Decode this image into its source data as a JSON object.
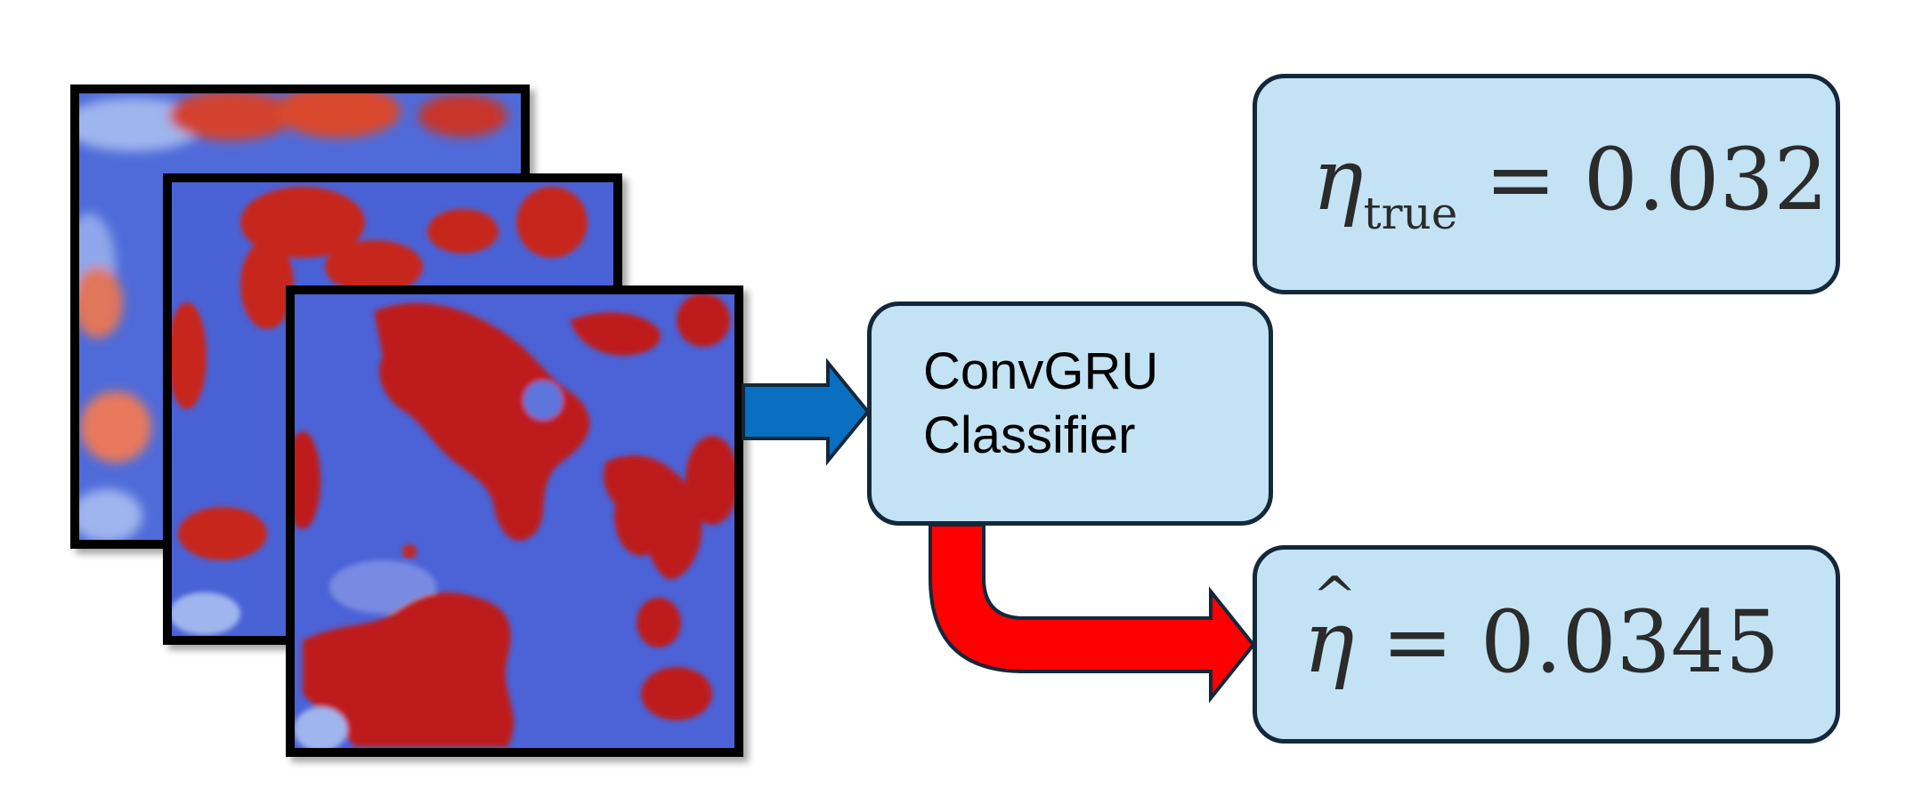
{
  "classifier": {
    "line1": "ConvGRU",
    "line2": "Classifier"
  },
  "eta_true": {
    "symbol": "η",
    "subscript": "true",
    "equals": "=",
    "value": "0.032"
  },
  "eta_hat": {
    "symbol": "η",
    "hat": "^",
    "equals": "=",
    "value": "0.0345"
  },
  "colors": {
    "field_blue": "#4a63d8",
    "field_red": "#b5141a",
    "frame": "#000000",
    "box_fill": "#c3e3f4",
    "box_border": "#13283a",
    "blue_arrow": "#0a6fc0",
    "red_arrow": "#ff0000"
  }
}
